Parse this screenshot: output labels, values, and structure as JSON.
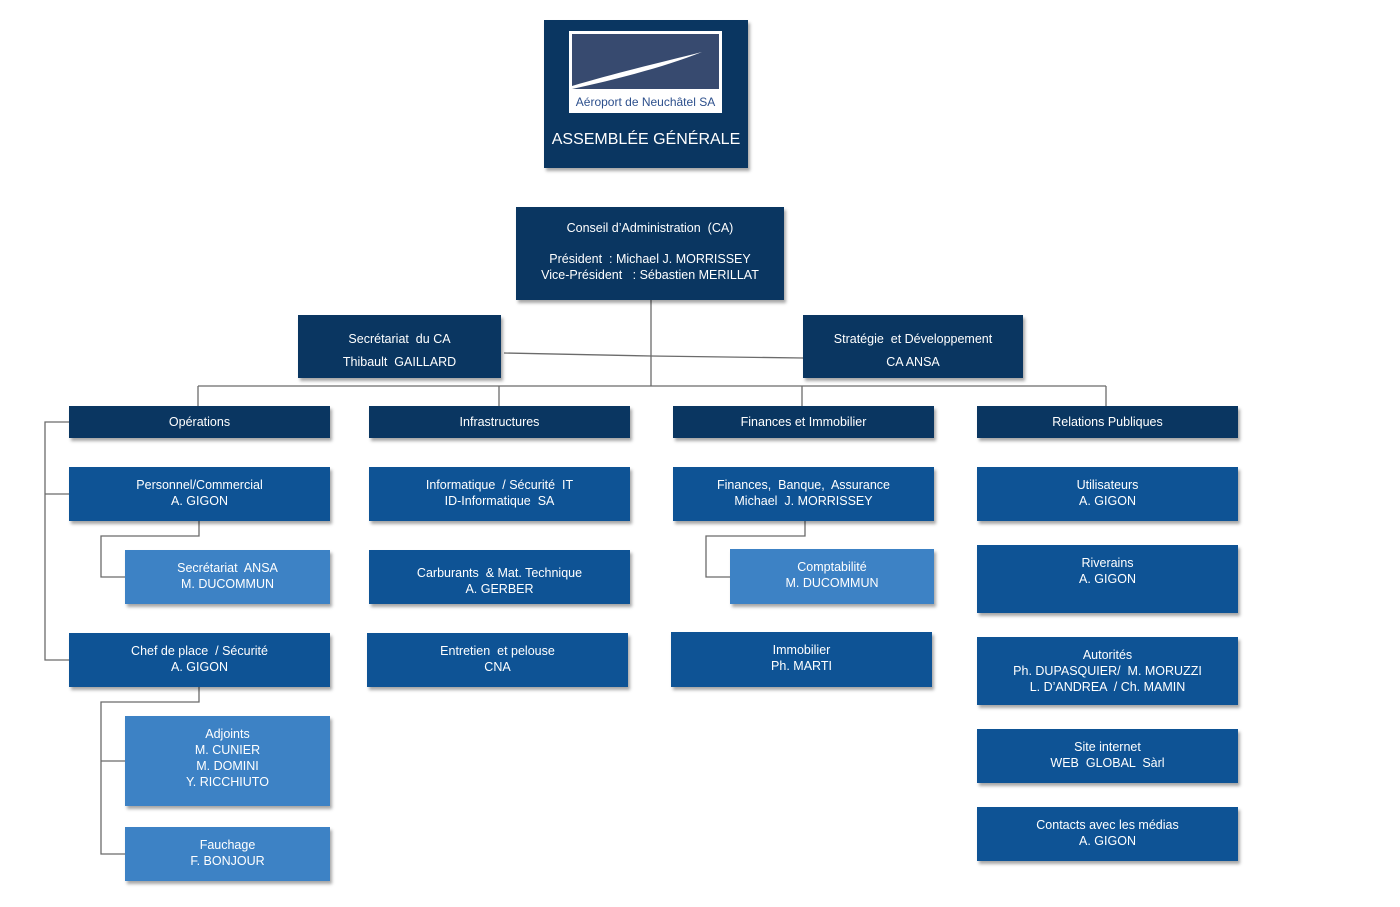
{
  "assembly": {
    "logo_text": "Aéroport de Neuchâtel SA",
    "title": "ASSEMBLÉE GÉNÉRALE"
  },
  "board": {
    "title": "Conseil d’Administration  (CA)",
    "president": "Président  : Michael J. MORRISSEY",
    "vice_president": "Vice-Président   : Sébastien MERILLAT"
  },
  "staff": {
    "secretariat": {
      "title": "Secrétariat  du CA",
      "name": "Thibault  GAILLARD"
    },
    "strategy": {
      "title": "Stratégie  et Développement",
      "name": "CA ANSA"
    }
  },
  "departments": [
    {
      "title": "Opérations",
      "units": [
        {
          "lines": [
            "Personnel/Commercial",
            "A. GIGON"
          ],
          "level": "mid"
        },
        {
          "lines": [
            "Secrétariat  ANSA",
            "M. DUCOMMUN"
          ],
          "level": "light"
        },
        {
          "lines": [
            "Chef de place  / Sécurité",
            "A. GIGON"
          ],
          "level": "mid"
        },
        {
          "lines": [
            "Adjoints",
            "M. CUNIER",
            "M. DOMINI",
            "Y. RICCHIUTO"
          ],
          "level": "light"
        },
        {
          "lines": [
            "Fauchage",
            "F. BONJOUR"
          ],
          "level": "light"
        }
      ]
    },
    {
      "title": "Infrastructures",
      "units": [
        {
          "lines": [
            "Informatique  / Sécurité  IT",
            "ID-Informatique  SA"
          ],
          "level": "mid"
        },
        {
          "lines": [
            "Carburants  & Mat. Technique",
            "A. GERBER"
          ],
          "level": "mid"
        },
        {
          "lines": [
            "Entretien  et pelouse",
            "CNA"
          ],
          "level": "mid"
        }
      ]
    },
    {
      "title": "Finances et Immobilier",
      "units": [
        {
          "lines": [
            "Finances,  Banque,  Assurance",
            "Michael  J. MORRISSEY"
          ],
          "level": "mid"
        },
        {
          "lines": [
            "Comptabilité",
            "M. DUCOMMUN"
          ],
          "level": "light"
        },
        {
          "lines": [
            "Immobilier",
            "Ph. MARTI"
          ],
          "level": "mid"
        }
      ]
    },
    {
      "title": "Relations Publiques",
      "units": [
        {
          "lines": [
            "Utilisateurs",
            "A. GIGON"
          ],
          "level": "mid"
        },
        {
          "lines": [
            "Riverains",
            "A. GIGON"
          ],
          "level": "mid"
        },
        {
          "lines": [
            "Autorités",
            "Ph. DUPASQUIER/  M. MORUZZI",
            "L. D’ANDREA  / Ch. MAMIN"
          ],
          "level": "mid"
        },
        {
          "lines": [
            "Site internet",
            "WEB  GLOBAL  Sàrl"
          ],
          "level": "mid"
        },
        {
          "lines": [
            "Contacts avec les médias",
            "A. GIGON"
          ],
          "level": "mid"
        }
      ]
    }
  ],
  "colors": {
    "dark": "#0a3661",
    "mid": "#0e5395",
    "light": "#3d82c5",
    "connector": "#6b6b6b"
  }
}
